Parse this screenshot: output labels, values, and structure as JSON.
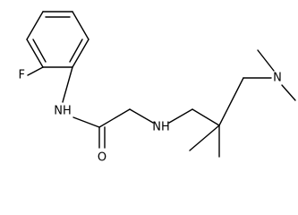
{
  "molecule": {
    "atoms": {
      "fluorine": "F",
      "amide_nh": "NH",
      "carbonyl_o": "O",
      "amine_nh": "NH",
      "dimethylamine_n": "N"
    }
  }
}
